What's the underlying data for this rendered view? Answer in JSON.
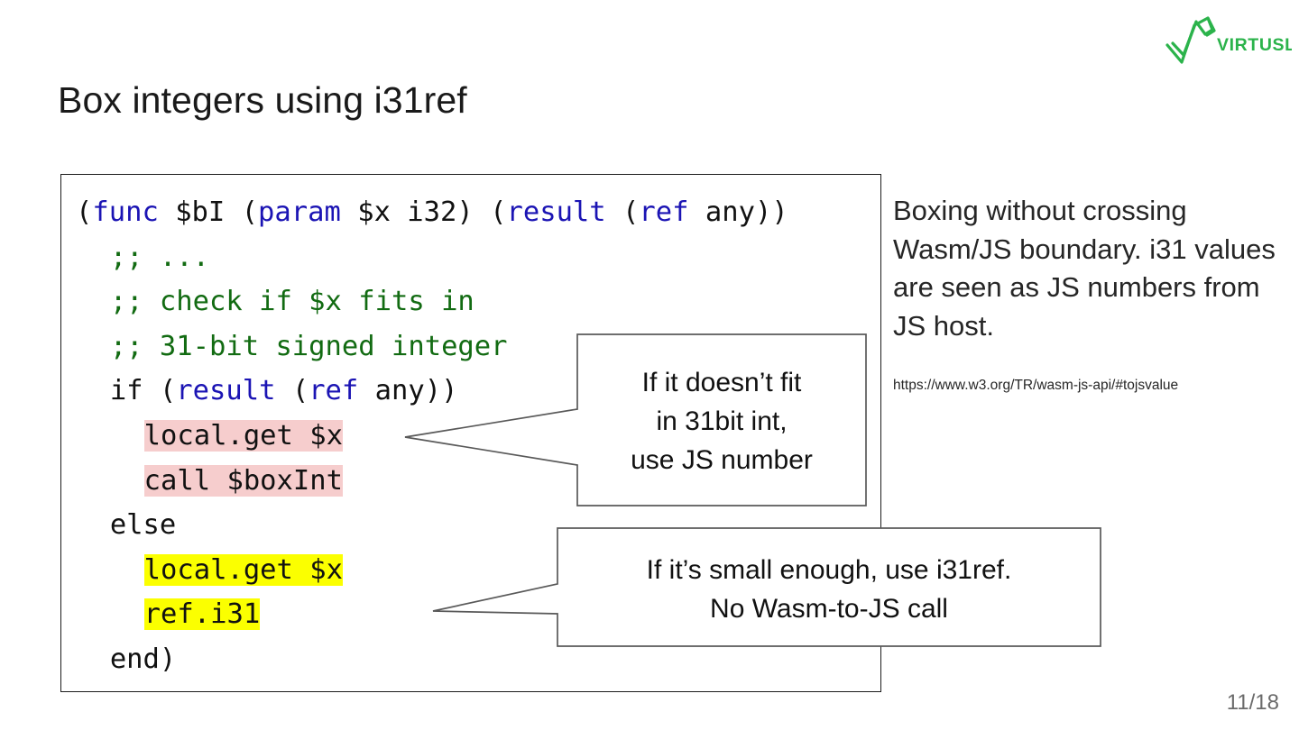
{
  "slide": {
    "title": "Box integers using i31ref",
    "page_number": "11/18",
    "logo_text": "VIRTUSLAB",
    "logo_color": "#2bb34b"
  },
  "code": {
    "language": "wat",
    "colors": {
      "keyword": "#1b14b4",
      "comment": "#126b12",
      "text": "#111111",
      "highlight_pink": "#f6cdcd",
      "highlight_yellow": "#fbff00"
    },
    "lines": [
      {
        "indent": 0,
        "highlight": "none",
        "tokens": [
          {
            "t": "(",
            "c": "plain"
          },
          {
            "t": "func",
            "c": "kw"
          },
          {
            "t": " $bI (",
            "c": "plain"
          },
          {
            "t": "param",
            "c": "kw"
          },
          {
            "t": " $x i32) (",
            "c": "plain"
          },
          {
            "t": "result",
            "c": "kw"
          },
          {
            "t": " (",
            "c": "plain"
          },
          {
            "t": "ref",
            "c": "kw"
          },
          {
            "t": " any))",
            "c": "plain"
          }
        ]
      },
      {
        "indent": 1,
        "highlight": "none",
        "tokens": [
          {
            "t": ";; ...",
            "c": "cmt"
          }
        ]
      },
      {
        "indent": 1,
        "highlight": "none",
        "tokens": [
          {
            "t": ";; check if $x fits in",
            "c": "cmt"
          }
        ]
      },
      {
        "indent": 1,
        "highlight": "none",
        "tokens": [
          {
            "t": ";; 31-bit signed integer",
            "c": "cmt"
          }
        ]
      },
      {
        "indent": 1,
        "highlight": "none",
        "tokens": [
          {
            "t": "if (",
            "c": "plain"
          },
          {
            "t": "result",
            "c": "kw"
          },
          {
            "t": " (",
            "c": "plain"
          },
          {
            "t": "ref",
            "c": "kw"
          },
          {
            "t": " any))",
            "c": "plain"
          }
        ]
      },
      {
        "indent": 2,
        "highlight": "pink",
        "tokens": [
          {
            "t": "local.get $x",
            "c": "plain"
          }
        ]
      },
      {
        "indent": 2,
        "highlight": "pink",
        "tokens": [
          {
            "t": "call $boxInt",
            "c": "plain"
          }
        ]
      },
      {
        "indent": 1,
        "highlight": "none",
        "tokens": [
          {
            "t": "else",
            "c": "plain"
          }
        ]
      },
      {
        "indent": 2,
        "highlight": "yellow",
        "tokens": [
          {
            "t": "local.get $x",
            "c": "plain"
          }
        ]
      },
      {
        "indent": 2,
        "highlight": "yellow",
        "tokens": [
          {
            "t": "ref.i31",
            "c": "plain"
          }
        ]
      },
      {
        "indent": 1,
        "highlight": "none",
        "tokens": [
          {
            "t": "end)",
            "c": "plain"
          }
        ]
      }
    ]
  },
  "side": {
    "note": "Boxing without crossing Wasm/JS boundary.\ni31 values are seen as JS numbers from JS host.",
    "link": "https://www.w3.org/TR/wasm-js-api/#tojsvalue"
  },
  "callouts": [
    {
      "id": "callout-1",
      "text": "If it doesn’t fit\nin 31bit int,\nuse JS number"
    },
    {
      "id": "callout-2",
      "text": "If it’s small enough, use i31ref.\nNo Wasm-to-JS call"
    }
  ]
}
